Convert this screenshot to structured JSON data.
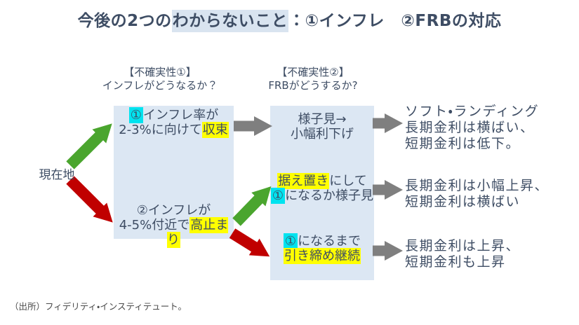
{
  "title": {
    "pre": "今後の2つの",
    "highlight": "わからないこと",
    "post": "：①インフレ　②FRBの対応"
  },
  "uncertainty_headers": [
    {
      "line1": "【不確実性①】",
      "line2": "インフレがどうなるか？"
    },
    {
      "line1": "【不確実性②】",
      "line2": "FRBがどうするか?"
    }
  ],
  "current_location": "現在地",
  "inflation_box": {
    "scenario1_lines": [
      [
        {
          "t": "①",
          "h": "cyan"
        },
        {
          "t": "インフレ率が"
        }
      ],
      [
        {
          "t": "2-3%に向けて"
        },
        {
          "t": "収束",
          "h": "yellow"
        }
      ]
    ],
    "scenario2_lines": [
      [
        {
          "t": "②インフレが"
        }
      ],
      [
        {
          "t": "4-5%付近で"
        },
        {
          "t": "高止まり",
          "h": "yellow"
        }
      ]
    ]
  },
  "frb_box": {
    "row1_lines": [
      [
        {
          "t": "様子見→"
        }
      ],
      [
        {
          "t": "小幅利下げ"
        }
      ]
    ],
    "row2_lines": [
      [
        {
          "t": "据え置き",
          "h": "yellow"
        },
        {
          "t": "にして"
        }
      ],
      [
        {
          "t": "①",
          "h": "cyan"
        },
        {
          "t": "になるか様子見"
        }
      ]
    ],
    "row3_lines": [
      [
        {
          "t": "①",
          "h": "cyan"
        },
        {
          "t": "になるまで"
        }
      ],
      [
        {
          "t": "引き締め継続",
          "h": "yellow"
        }
      ]
    ]
  },
  "outcomes": [
    {
      "lines": [
        "ソフト・ランディング",
        "長期金利は横ばい、",
        "短期金利は低下。"
      ]
    },
    {
      "lines": [
        "長期金利は小幅上昇、",
        "短期金利は横ばい"
      ]
    },
    {
      "lines": [
        "長期金利は上昇、",
        "短期金利も上昇"
      ]
    }
  ],
  "source": "（出所）フィデリティ・インスティテュート。",
  "colors": {
    "text": "#3e4d64",
    "box_bg": "#dce7f3",
    "title_highlight": "#d9e4f0",
    "yellow": "#ffff00",
    "cyan": "#00e3ef",
    "green": "#4aa52e",
    "red": "#c00000",
    "gray": "#7f7f7f"
  }
}
